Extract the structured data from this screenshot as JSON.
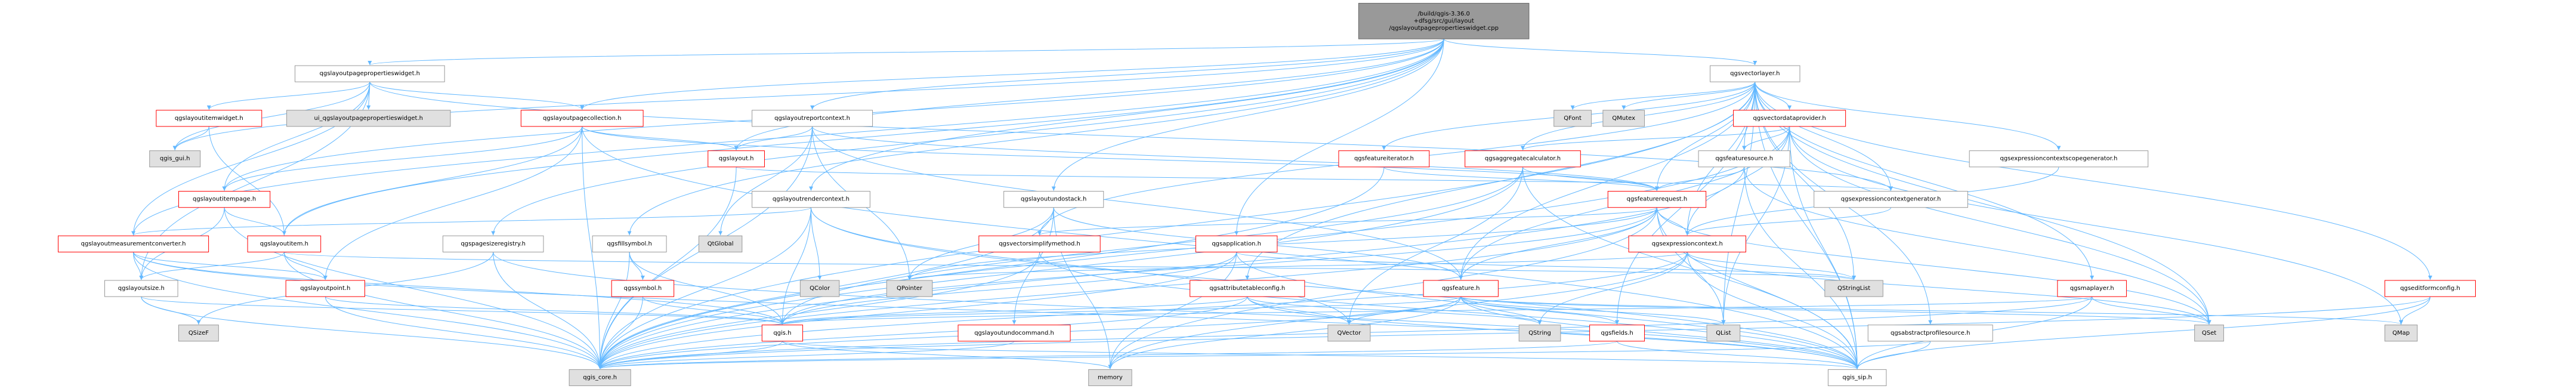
{
  "colors": {
    "edge": "#63b8ff",
    "root_fill": "#999999",
    "root_stroke": "#666666",
    "local_fill": "#ffffff",
    "local_stroke": "#ff0000",
    "sys_fill": "#e0e0e0",
    "sys_stroke": "#999999",
    "ext_fill": "#ffffff",
    "ext_stroke": "#999999",
    "text": "#000000"
  },
  "nodes": [
    {
      "id": "root",
      "label": "/build/qgis-3.36.0\n+dfsg/src/gui/layout\n/qgslayoutpagepropertieswidget.cpp",
      "kind": "root"
    },
    {
      "id": "pagepropsw",
      "label": "qgslayoutpagepropertieswidget.h",
      "kind": "ext"
    },
    {
      "id": "vectorlayer",
      "label": "qgsvectorlayer.h",
      "kind": "ext"
    },
    {
      "id": "itemwidget",
      "label": "qgslayoutitemwidget.h",
      "kind": "local"
    },
    {
      "id": "ui_pageprops",
      "label": "ui_qgslayoutpagepropertieswidget.h",
      "kind": "sys"
    },
    {
      "id": "pagecoll",
      "label": "qgslayoutpagecollection.h",
      "kind": "local"
    },
    {
      "id": "reportctx",
      "label": "qgslayoutreportcontext.h",
      "kind": "ext"
    },
    {
      "id": "qfont",
      "label": "QFont",
      "kind": "sys"
    },
    {
      "id": "qmutex",
      "label": "QMutex",
      "kind": "sys"
    },
    {
      "id": "dataprovider",
      "label": "qgsvectordataprovider.h",
      "kind": "local"
    },
    {
      "id": "featiter",
      "label": "qgsfeatureiterator.h",
      "kind": "local"
    },
    {
      "id": "aggcalc",
      "label": "qgsaggregatecalculator.h",
      "kind": "local"
    },
    {
      "id": "featsource",
      "label": "qgsfeaturesource.h",
      "kind": "ext"
    },
    {
      "id": "exprscopegen",
      "label": "qgsexpressioncontextscopegenerator.h",
      "kind": "ext"
    },
    {
      "id": "qgs_gui",
      "label": "qgis_gui.h",
      "kind": "sys"
    },
    {
      "id": "layout",
      "label": "qgslayout.h",
      "kind": "local"
    },
    {
      "id": "featreq",
      "label": "qgsfeaturerequest.h",
      "kind": "local"
    },
    {
      "id": "exprctxgen",
      "label": "qgsexpressioncontextgenerator.h",
      "kind": "ext"
    },
    {
      "id": "layoutpage",
      "label": "qgslayoutitempage.h",
      "kind": "local"
    },
    {
      "id": "renderctx",
      "label": "qgslayoutrendercontext.h",
      "kind": "ext"
    },
    {
      "id": "undostack",
      "label": "qgslayoutundostack.h",
      "kind": "ext"
    },
    {
      "id": "measconv",
      "label": "qgslayoutmeasurementconverter.h",
      "kind": "local"
    },
    {
      "id": "layoutitem",
      "label": "qgslayoutitem.h",
      "kind": "local"
    },
    {
      "id": "pagesizereg",
      "label": "qgspagesizeregistry.h",
      "kind": "ext"
    },
    {
      "id": "fillsymbol",
      "label": "qgsfillsymbol.h",
      "kind": "ext"
    },
    {
      "id": "qglobal",
      "label": "QtGlobal",
      "kind": "sys"
    },
    {
      "id": "simplify",
      "label": "qgsvectorsimplifymethod.h",
      "kind": "local"
    },
    {
      "id": "application",
      "label": "qgsapplication.h",
      "kind": "local"
    },
    {
      "id": "exprctx",
      "label": "qgsexpressioncontext.h",
      "kind": "local"
    },
    {
      "id": "layoutsize",
      "label": "qgslayoutsize.h",
      "kind": "ext"
    },
    {
      "id": "layoutpoint",
      "label": "qgslayoutpoint.h",
      "kind": "local"
    },
    {
      "id": "qcolor",
      "label": "QColor",
      "kind": "sys"
    },
    {
      "id": "qpointer",
      "label": "QPointer",
      "kind": "sys"
    },
    {
      "id": "symbol",
      "label": "qgssymbol.h",
      "kind": "local"
    },
    {
      "id": "attrtable",
      "label": "qgsattributetableconfig.h",
      "kind": "local"
    },
    {
      "id": "feature",
      "label": "qgsfeature.h",
      "kind": "local"
    },
    {
      "id": "qstringlist",
      "label": "QStringList",
      "kind": "sys"
    },
    {
      "id": "maplayer",
      "label": "qgsmaplayer.h",
      "kind": "local"
    },
    {
      "id": "editform",
      "label": "qgseditformconfig.h",
      "kind": "local"
    },
    {
      "id": "qsizef",
      "label": "QSizeF",
      "kind": "sys"
    },
    {
      "id": "qgis",
      "label": "qgis.h",
      "kind": "local"
    },
    {
      "id": "undocmd",
      "label": "qgslayoutundocommand.h",
      "kind": "local"
    },
    {
      "id": "qvector",
      "label": "QVector",
      "kind": "sys"
    },
    {
      "id": "qstring",
      "label": "QString",
      "kind": "sys"
    },
    {
      "id": "fields",
      "label": "qgsfields.h",
      "kind": "local"
    },
    {
      "id": "qlist",
      "label": "QList",
      "kind": "sys"
    },
    {
      "id": "abstractprofile",
      "label": "qgsabstractprofilesource.h",
      "kind": "ext"
    },
    {
      "id": "qset",
      "label": "QSet",
      "kind": "sys"
    },
    {
      "id": "qmap",
      "label": "QMap",
      "kind": "sys"
    },
    {
      "id": "qgis_core",
      "label": "qgis_core.h",
      "kind": "sys"
    },
    {
      "id": "memory",
      "label": "memory",
      "kind": "sys"
    },
    {
      "id": "qgis_sip",
      "label": "qgis_sip.h",
      "kind": "ext"
    }
  ],
  "edges": [
    [
      "root",
      "pagepropsw"
    ],
    [
      "root",
      "vectorlayer"
    ],
    [
      "root",
      "pagecoll"
    ],
    [
      "root",
      "reportctx"
    ],
    [
      "root",
      "layout"
    ],
    [
      "root",
      "undostack"
    ],
    [
      "root",
      "renderctx"
    ],
    [
      "root",
      "fillsymbol"
    ],
    [
      "root",
      "layoutitem"
    ],
    [
      "root",
      "layoutpage"
    ],
    [
      "root",
      "pagesizereg"
    ],
    [
      "root",
      "qgs_gui"
    ],
    [
      "root",
      "measconv"
    ],
    [
      "root",
      "application"
    ],
    [
      "pagepropsw",
      "itemwidget"
    ],
    [
      "pagepropsw",
      "ui_pageprops"
    ],
    [
      "pagepropsw",
      "pagecoll"
    ],
    [
      "pagepropsw",
      "qgs_gui"
    ],
    [
      "pagepropsw",
      "layoutpage"
    ],
    [
      "pagepropsw",
      "measconv"
    ],
    [
      "pagepropsw",
      "layoutsize"
    ],
    [
      "pagepropsw",
      "exprctxgen"
    ],
    [
      "itemwidget",
      "qgs_gui"
    ],
    [
      "itemwidget",
      "layoutitem"
    ],
    [
      "pagecoll",
      "layoutpage"
    ],
    [
      "pagecoll",
      "layoutitem"
    ],
    [
      "pagecoll",
      "layoutpoint"
    ],
    [
      "pagecoll",
      "layout"
    ],
    [
      "pagecoll",
      "qgis_core"
    ],
    [
      "pagecoll",
      "qgis_sip"
    ],
    [
      "pagecoll",
      "featreq"
    ],
    [
      "reportctx",
      "layout"
    ],
    [
      "reportctx",
      "qgis_core"
    ],
    [
      "reportctx",
      "qpointer"
    ],
    [
      "reportctx",
      "featreq"
    ],
    [
      "reportctx",
      "feature"
    ],
    [
      "reportctx",
      "qglobal"
    ],
    [
      "layout",
      "qgis_core"
    ],
    [
      "layout",
      "exprctxgen"
    ],
    [
      "renderctx",
      "qgis_core"
    ],
    [
      "renderctx",
      "layoutmeasconv_dummy"
    ],
    [
      "renderctx",
      "measconv"
    ],
    [
      "renderctx",
      "qcolor"
    ],
    [
      "renderctx",
      "qgis"
    ],
    [
      "renderctx",
      "qgis_sip"
    ],
    [
      "renderctx",
      "qvector"
    ],
    [
      "renderctx",
      "qtglobal_dummy"
    ],
    [
      "undostack",
      "qgis_core"
    ],
    [
      "undostack",
      "undocmd"
    ],
    [
      "undostack",
      "qpointer"
    ],
    [
      "undostack",
      "memory"
    ],
    [
      "undostack",
      "feature"
    ],
    [
      "layoutpage",
      "layoutitem"
    ],
    [
      "layoutpage",
      "qgis_core"
    ],
    [
      "layoutpage",
      "layoutsize"
    ],
    [
      "measconv",
      "qgis_core"
    ],
    [
      "measconv",
      "qgis"
    ],
    [
      "measconv",
      "layoutsize"
    ],
    [
      "measconv",
      "layoutpoint"
    ],
    [
      "measconv",
      "qgis_sip"
    ],
    [
      "layoutitem",
      "qgis_core"
    ],
    [
      "layoutitem",
      "layoutpoint"
    ],
    [
      "layoutitem",
      "layoutsize"
    ],
    [
      "layoutitem",
      "qstringlist"
    ],
    [
      "pagesizereg",
      "qgis_core"
    ],
    [
      "pagesizereg",
      "qsizef"
    ],
    [
      "pagesizereg",
      "qgis_sip"
    ],
    [
      "fillsymbol",
      "qgis_core"
    ],
    [
      "fillsymbol",
      "symbol"
    ],
    [
      "fillsymbol",
      "qgis"
    ],
    [
      "symbol",
      "qgis_core"
    ],
    [
      "symbol",
      "qgis"
    ],
    [
      "layoutsize",
      "qgis_core"
    ],
    [
      "layoutsize",
      "qgis"
    ],
    [
      "layoutsize",
      "qsizef"
    ],
    [
      "layoutpoint",
      "qgis_core"
    ],
    [
      "layoutpoint",
      "qgis"
    ],
    [
      "qgis",
      "qgis_core"
    ],
    [
      "qgis",
      "qgis_sip"
    ],
    [
      "qgis",
      "memory"
    ],
    [
      "undocmd",
      "qgis_core"
    ],
    [
      "vectorlayer",
      "qgis_core"
    ],
    [
      "vectorlayer",
      "qfont"
    ],
    [
      "vectorlayer",
      "qmutex"
    ],
    [
      "vectorlayer",
      "dataprovider"
    ],
    [
      "vectorlayer",
      "featiter"
    ],
    [
      "vectorlayer",
      "aggcalc"
    ],
    [
      "vectorlayer",
      "featsource"
    ],
    [
      "vectorlayer",
      "exprscopegen"
    ],
    [
      "vectorlayer",
      "featreq"
    ],
    [
      "vectorlayer",
      "exprctxgen"
    ],
    [
      "vectorlayer",
      "simplify"
    ],
    [
      "vectorlayer",
      "exprctx"
    ],
    [
      "vectorlayer",
      "attrtable"
    ],
    [
      "vectorlayer",
      "feature"
    ],
    [
      "vectorlayer",
      "maplayer"
    ],
    [
      "vectorlayer",
      "editform"
    ],
    [
      "vectorlayer",
      "abstractprofile"
    ],
    [
      "vectorlayer",
      "qset"
    ],
    [
      "vectorlayer",
      "qlist"
    ],
    [
      "vectorlayer",
      "qstringlist"
    ],
    [
      "vectorlayer",
      "qgis_sip"
    ],
    [
      "vectorlayer",
      "fields"
    ],
    [
      "dataprovider",
      "qgis_core"
    ],
    [
      "dataprovider",
      "qset"
    ],
    [
      "dataprovider",
      "qmap"
    ],
    [
      "dataprovider",
      "featsource"
    ],
    [
      "dataprovider",
      "aggcalc"
    ],
    [
      "dataprovider",
      "feature"
    ],
    [
      "dataprovider",
      "qgis_sip"
    ],
    [
      "dataprovider",
      "exprctx"
    ],
    [
      "dataprovider",
      "qlist"
    ],
    [
      "featiter",
      "qgis_core"
    ],
    [
      "featiter",
      "featreq"
    ],
    [
      "aggcalc",
      "qgis_core"
    ],
    [
      "aggcalc",
      "qgis"
    ],
    [
      "aggcalc",
      "featreq"
    ],
    [
      "aggcalc",
      "qvector"
    ],
    [
      "aggcalc",
      "qgis_sip"
    ],
    [
      "featsource",
      "qgis_core"
    ],
    [
      "featsource",
      "featreq"
    ],
    [
      "featsource",
      "qgis_sip"
    ],
    [
      "featsource",
      "qset"
    ],
    [
      "exprscopegen",
      "exprctx"
    ],
    [
      "exprctxgen",
      "exprctx"
    ],
    [
      "featreq",
      "qgis_core"
    ],
    [
      "featreq",
      "qgis_sip"
    ],
    [
      "featreq",
      "qset"
    ],
    [
      "featreq",
      "qpointer"
    ],
    [
      "featreq",
      "qgis"
    ],
    [
      "featreq",
      "feature"
    ],
    [
      "featreq",
      "exprctx"
    ],
    [
      "featreq",
      "simplify"
    ],
    [
      "featreq",
      "memory"
    ],
    [
      "featreq",
      "qlist"
    ],
    [
      "simplify",
      "qgis_core"
    ],
    [
      "simplify",
      "qgis_sip"
    ],
    [
      "application",
      "qgis_core"
    ],
    [
      "application",
      "qgis"
    ],
    [
      "application",
      "qstringlist"
    ],
    [
      "application",
      "memory"
    ],
    [
      "application",
      "qgis_sip"
    ],
    [
      "exprctx",
      "qgis_core"
    ],
    [
      "exprctx",
      "qgis_sip"
    ],
    [
      "exprctx",
      "qstringlist"
    ],
    [
      "exprctx",
      "qset"
    ],
    [
      "exprctx",
      "qstring"
    ],
    [
      "exprctx",
      "memory"
    ],
    [
      "exprctx",
      "qpointer"
    ],
    [
      "attrtable",
      "qgis_core"
    ],
    [
      "attrtable",
      "qgis"
    ],
    [
      "attrtable",
      "qgis_sip"
    ],
    [
      "attrtable",
      "qstring"
    ],
    [
      "attrtable",
      "qvector"
    ],
    [
      "feature",
      "qgis_core"
    ],
    [
      "feature",
      "qgis_sip"
    ],
    [
      "feature",
      "qgis"
    ],
    [
      "feature",
      "qstring"
    ],
    [
      "feature",
      "qlist"
    ],
    [
      "feature",
      "qmap"
    ],
    [
      "feature",
      "qvector"
    ],
    [
      "feature",
      "qset"
    ],
    [
      "feature",
      "fields"
    ],
    [
      "feature",
      "memory"
    ],
    [
      "fields",
      "qgis_core"
    ],
    [
      "fields",
      "qgis_sip"
    ],
    [
      "maplayer",
      "qgis_core"
    ],
    [
      "maplayer",
      "qgis"
    ],
    [
      "maplayer",
      "qset"
    ],
    [
      "maplayer",
      "qgis_sip"
    ],
    [
      "editform",
      "qgis_core"
    ],
    [
      "editform",
      "qgis_sip"
    ],
    [
      "editform",
      "qmap"
    ],
    [
      "abstractprofile",
      "qgis_core"
    ],
    [
      "abstractprofile",
      "qgis_sip"
    ]
  ]
}
